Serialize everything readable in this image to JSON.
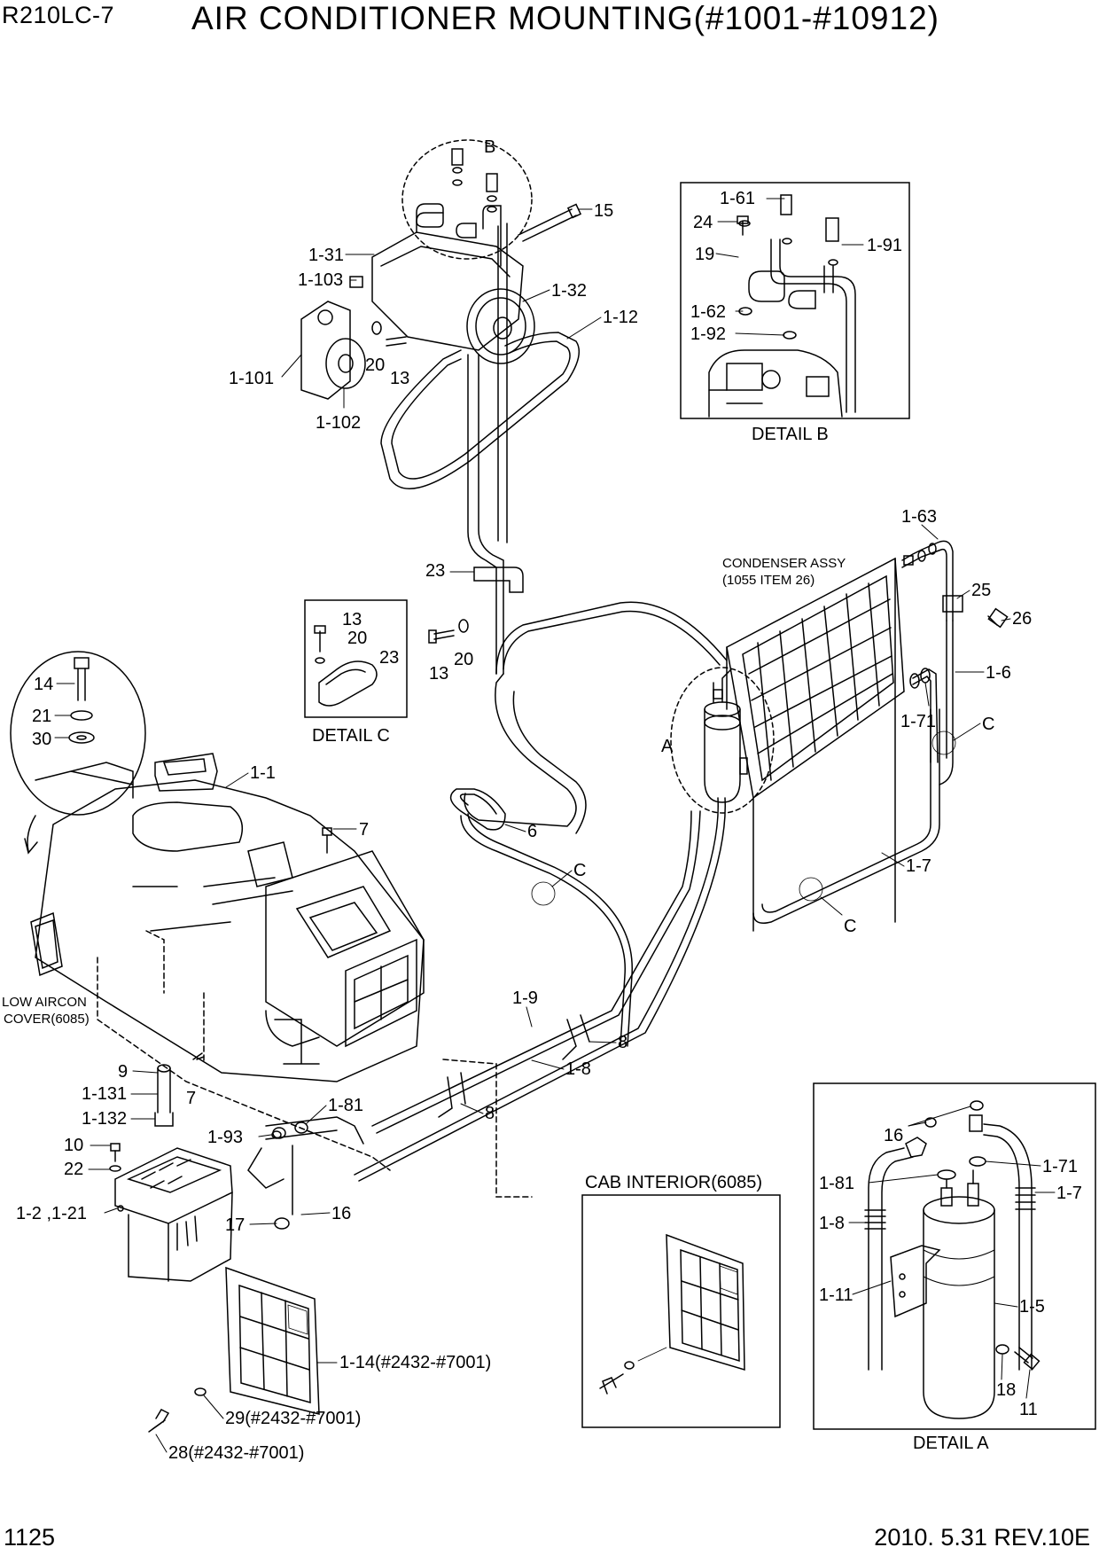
{
  "header": {
    "model": "R210LC-7",
    "title": "AIR CONDITIONER MOUNTING(#1001-#10912)"
  },
  "footer": {
    "page": "1125",
    "revision": "2010. 5.31  REV.10E"
  },
  "labels": {
    "p1_61": "1-61",
    "p24": "24",
    "p1_91": "1-91",
    "p19": "19",
    "p1_62": "1-62",
    "p1_92": "1-92",
    "detail_b": "DETAIL B",
    "call_b": "B",
    "p15": "15",
    "p1_31": "1-31",
    "p1_103": "1-103",
    "p1_32": "1-32",
    "p1_12": "1-12",
    "p1_101": "1-101",
    "p20a": "20",
    "p13a": "13",
    "p1_102": "1-102",
    "p1_63": "1-63",
    "condenser1": "CONDENSER ASSY",
    "condenser2": "(1055 ITEM 26)",
    "p25": "25",
    "p26": "26",
    "p23a": "23",
    "p13b": "13",
    "p20b": "20",
    "dc13": "13",
    "dc20": "20",
    "dc23": "23",
    "detail_c": "DETAIL C",
    "p1_6": "1-6",
    "p1_71a": "1-71",
    "call_a": "A",
    "call_c1": "C",
    "call_c2": "C",
    "call_c3": "C",
    "p14": "14",
    "p21": "21",
    "p30": "30",
    "p1_1": "1-1",
    "p7a": "7",
    "p6": "6",
    "p1_7a": "1-7",
    "low1": "LOW AIRCON",
    "low2": "COVER(6085)",
    "p1_9": "1-9",
    "p8a": "8",
    "p8b": "8",
    "p1_8a": "1-8",
    "p9": "9",
    "p7b": "7",
    "p1_131": "1-131",
    "p1_132": "1-132",
    "p1_81a": "1-81",
    "p1_93": "1-93",
    "p10": "10",
    "p22": "22",
    "p1_2": "1-2 ,1-21",
    "p17": "17",
    "p16a": "16",
    "cab": "CAB INTERIOR(6085)",
    "p1_14": "1-14(#2432-#7001)",
    "p29": "29(#2432-#7001)",
    "p28": "28(#2432-#7001)",
    "da16": "16",
    "da1_71": "1-71",
    "da1_81": "1-81",
    "da1_7": "1-7",
    "da1_8": "1-8",
    "da1_11": "1-11",
    "da1_5": "1-5",
    "da18": "18",
    "da11": "11",
    "detail_a": "DETAIL A"
  }
}
